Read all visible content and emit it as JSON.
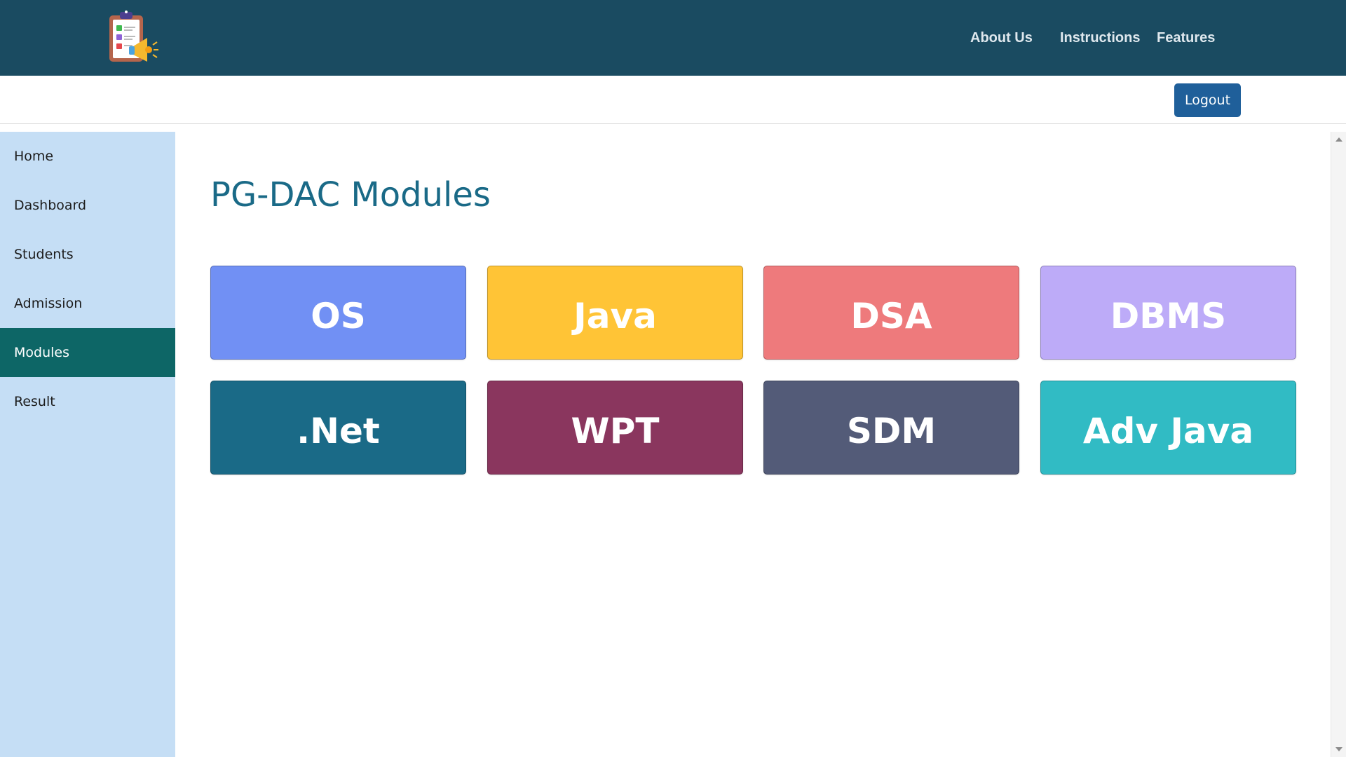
{
  "header": {
    "logo_icon": "clipboard-megaphone-icon",
    "nav": [
      {
        "label": "About Us"
      },
      {
        "label": "Instructions"
      },
      {
        "label": "Features"
      }
    ]
  },
  "subbar": {
    "logout_label": "Logout"
  },
  "sidebar": {
    "items": [
      {
        "label": "Home"
      },
      {
        "label": "Dashboard"
      },
      {
        "label": "Students"
      },
      {
        "label": "Admission"
      },
      {
        "label": "Modules",
        "active": true
      },
      {
        "label": "Result"
      }
    ]
  },
  "main": {
    "title": "PG-DAC Modules",
    "modules": [
      {
        "label": "OS",
        "color": "#7190f4"
      },
      {
        "label": "Java",
        "color": "#ffc436"
      },
      {
        "label": "DSA",
        "color": "#ee7a7c"
      },
      {
        "label": "DBMS",
        "color": "#bdabf8"
      },
      {
        "label": ".Net",
        "color": "#1a6a87"
      },
      {
        "label": "WPT",
        "color": "#8a365e"
      },
      {
        "label": "SDM",
        "color": "#535b78"
      },
      {
        "label": "Adv Java",
        "color": "#31bbc4"
      }
    ]
  },
  "colors": {
    "topbar": "#1a4b61",
    "sidebar": "#c5def5",
    "sidebar_active": "#0d6666",
    "logout_button": "#1f5f9a",
    "title": "#1a6a87"
  }
}
